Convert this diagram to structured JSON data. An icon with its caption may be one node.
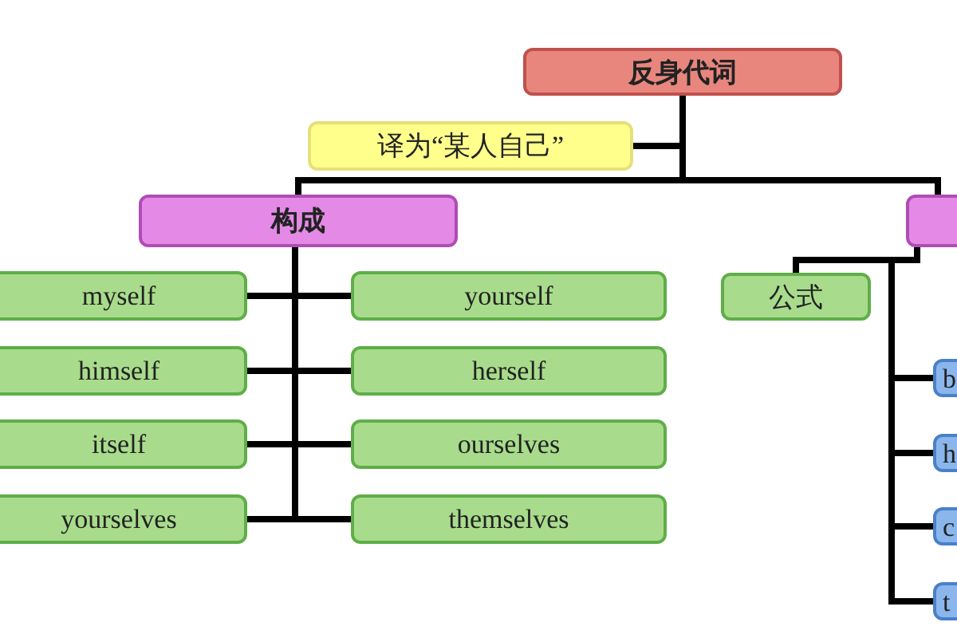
{
  "diagram": {
    "nodes": [
      {
        "text": [
          "反身代词"
        ]
      },
      {
        "text": [
          "译为“某人自己”"
        ]
      },
      {
        "text": [
          "构成"
        ]
      },
      {
        "text": [
          "myself"
        ]
      },
      {
        "text": [
          "yourself"
        ]
      },
      {
        "text": [
          "himself"
        ]
      },
      {
        "text": [
          "herself"
        ]
      },
      {
        "text": [
          "itself"
        ]
      },
      {
        "text": [
          "ourselves"
        ]
      },
      {
        "text": [
          "yourselves"
        ]
      },
      {
        "text": [
          "themselves"
        ]
      },
      {
        "text": [],
        "shape": "box"
      },
      {
        "text": [
          "公式"
        ]
      },
      {
        "text": [
          "b"
        ]
      },
      {
        "text": [
          "h"
        ]
      },
      {
        "text": [
          "c"
        ]
      },
      {
        "text": [
          "t"
        ]
      }
    ],
    "edges": [
      {
        "from": 0,
        "to": 1,
        "arrow": "none"
      },
      {
        "from": 0,
        "to": 2,
        "arrow": "none"
      },
      {
        "from": 0,
        "to": 11,
        "arrow": "none"
      },
      {
        "from": 2,
        "to": 3,
        "arrow": "none"
      },
      {
        "from": 2,
        "to": 4,
        "arrow": "none"
      },
      {
        "from": 2,
        "to": 5,
        "arrow": "none"
      },
      {
        "from": 2,
        "to": 6,
        "arrow": "none"
      },
      {
        "from": 2,
        "to": 7,
        "arrow": "none"
      },
      {
        "from": 2,
        "to": 8,
        "arrow": "none"
      },
      {
        "from": 2,
        "to": 9,
        "arrow": "none"
      },
      {
        "from": 2,
        "to": 10,
        "arrow": "none"
      },
      {
        "from": 11,
        "to": 12,
        "arrow": "none"
      },
      {
        "from": 11,
        "to": 13,
        "arrow": "none"
      },
      {
        "from": 11,
        "to": 14,
        "arrow": "none"
      },
      {
        "from": 11,
        "to": 15,
        "arrow": "none"
      },
      {
        "from": 11,
        "to": 16,
        "arrow": "none"
      }
    ]
  }
}
